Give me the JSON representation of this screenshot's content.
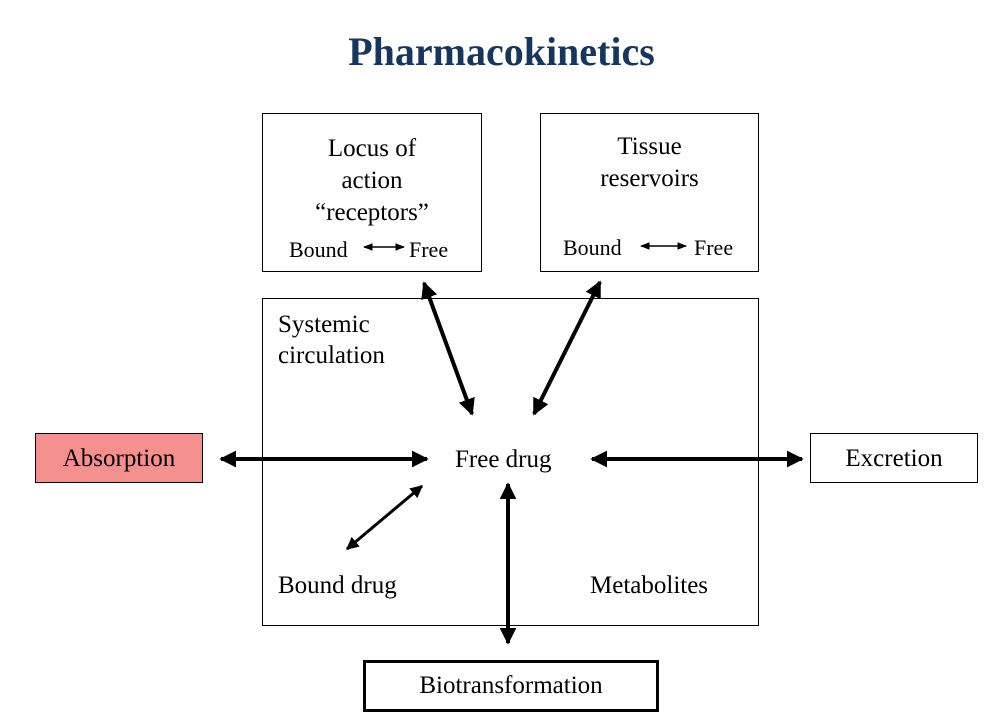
{
  "title": "Pharmacokinetics",
  "locus_box": {
    "lines": [
      "Locus of",
      "action",
      "“receptors”"
    ],
    "bound": "Bound",
    "free": "Free"
  },
  "tissue_box": {
    "lines": [
      "Tissue",
      "reservoirs"
    ],
    "bound": "Bound",
    "free": "Free"
  },
  "systemic_box": {
    "lines": [
      "Systemic",
      "circulation"
    ],
    "free_drug": "Free drug",
    "bound_drug": "Bound drug",
    "metabolites": "Metabolites"
  },
  "absorption": {
    "label": "Absorption",
    "fill": "#f4908e"
  },
  "excretion": {
    "label": "Excretion"
  },
  "biotransformation": {
    "label": "Biotransformation"
  },
  "colors": {
    "title": "#17365d"
  }
}
